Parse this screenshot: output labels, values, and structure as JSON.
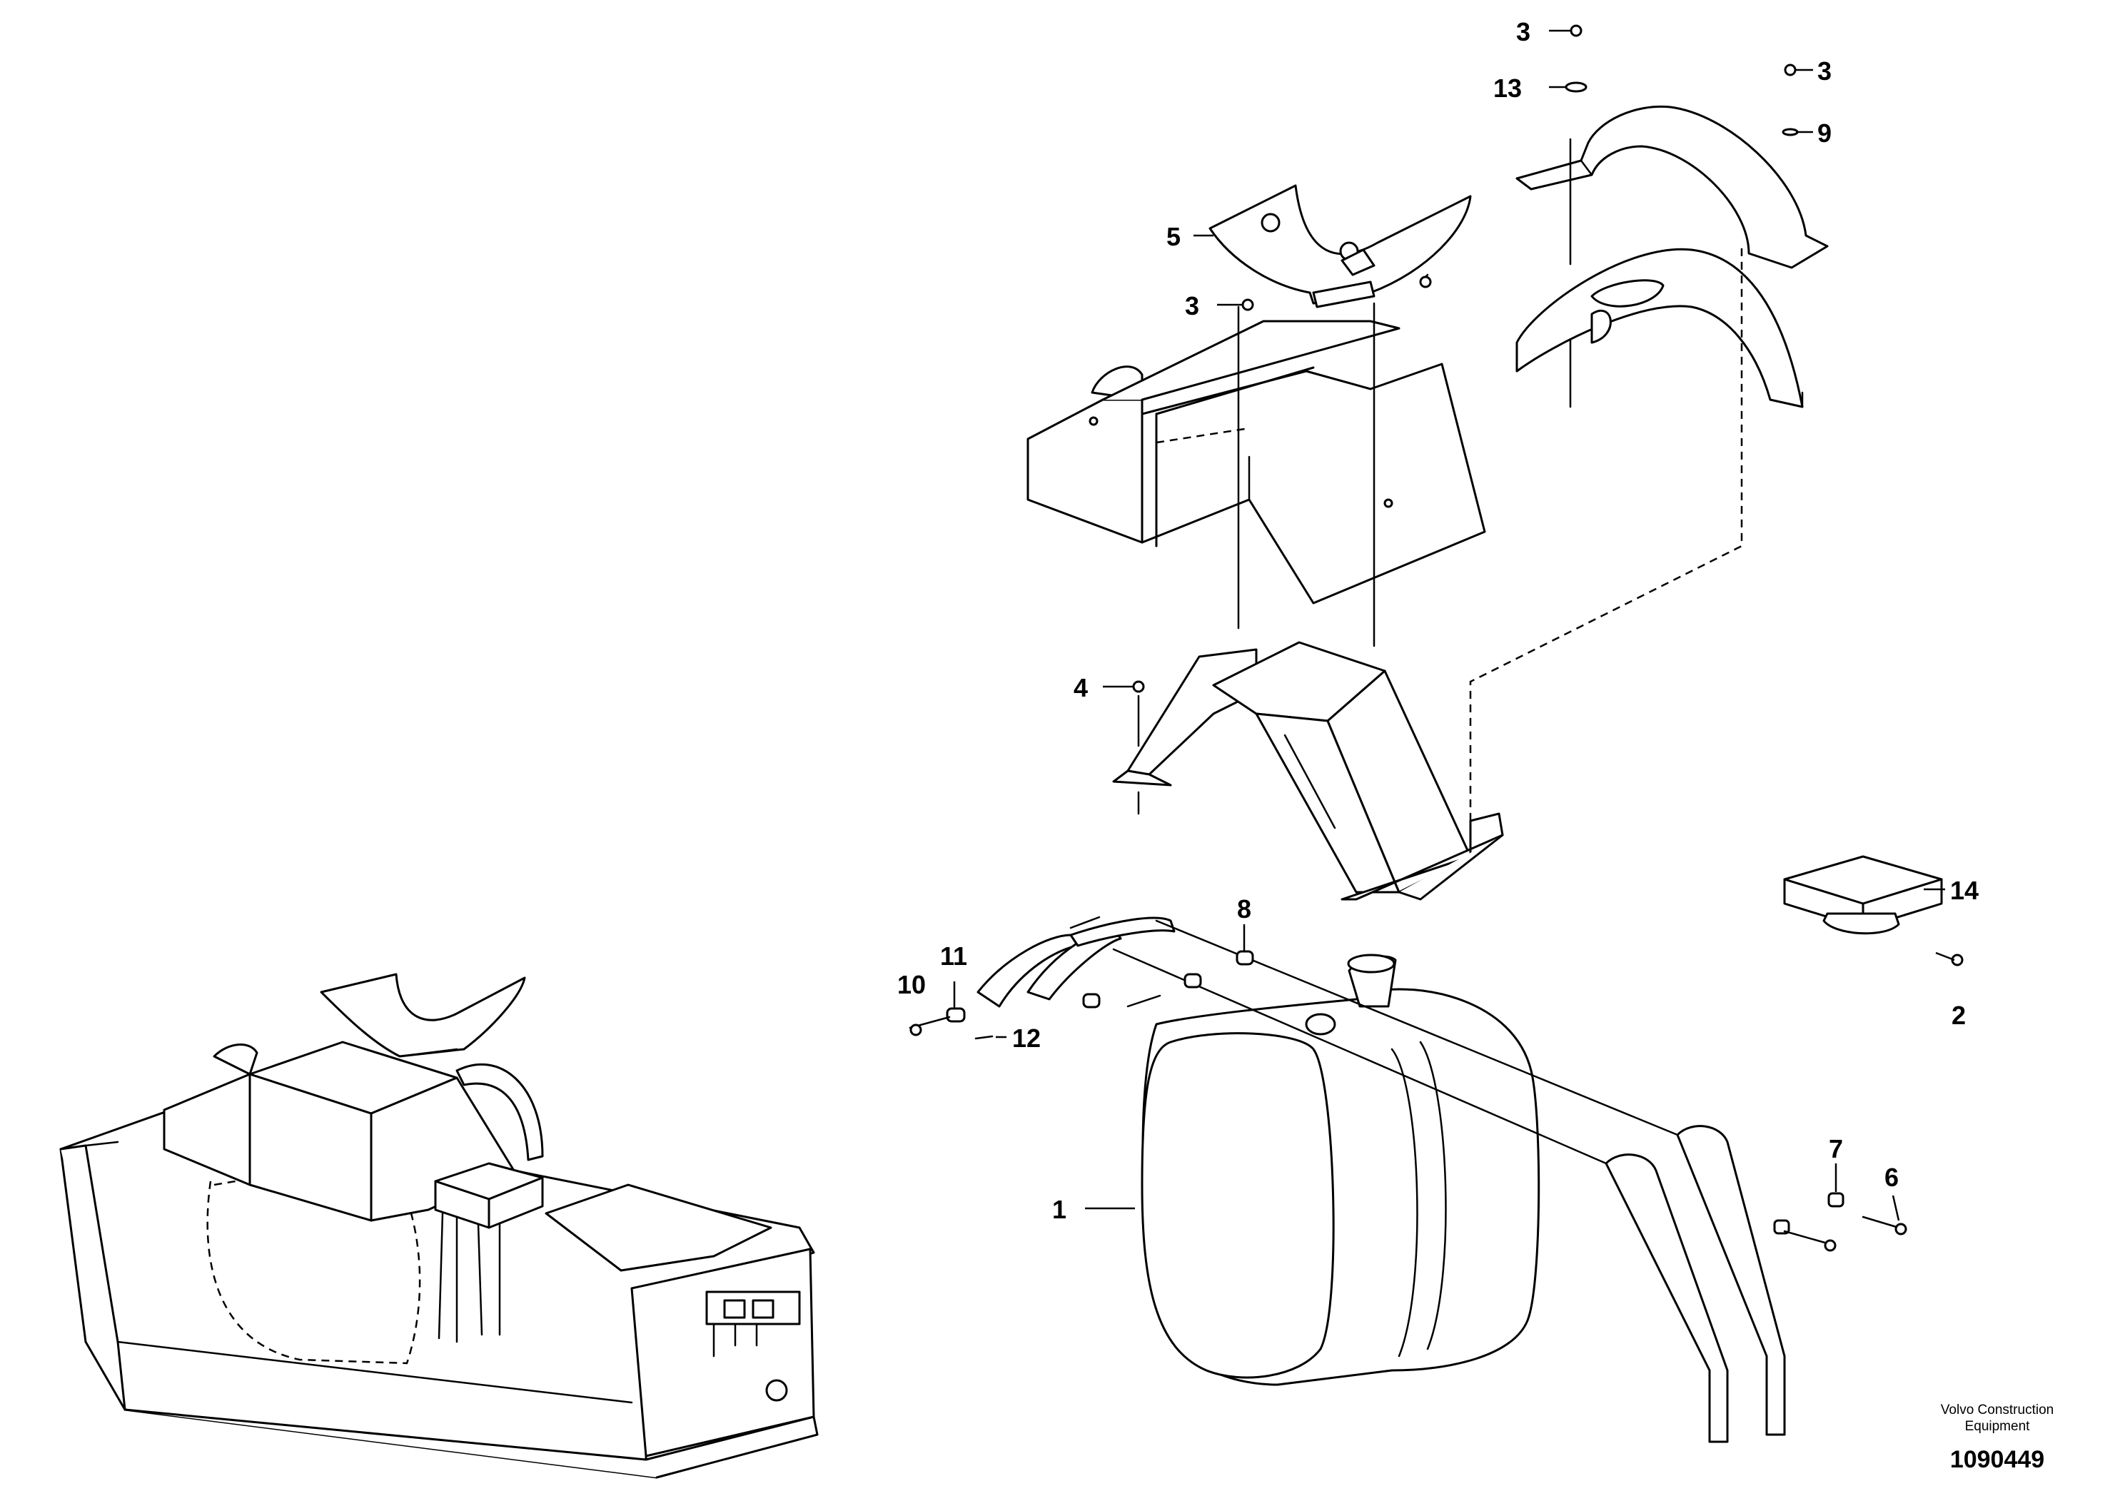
{
  "callouts": {
    "c1": "1",
    "c2": "2",
    "c3a": "3",
    "c3b": "3",
    "c3c": "3",
    "c4": "4",
    "c5": "5",
    "c6": "6",
    "c7": "7",
    "c8": "8",
    "c9": "9",
    "c10": "10",
    "c11": "11",
    "c12": "12",
    "c13": "13",
    "c14": "14"
  },
  "footer": {
    "publisher_line1": "Volvo Construction",
    "publisher_line2": "Equipment",
    "drawing_number": "1090449"
  }
}
